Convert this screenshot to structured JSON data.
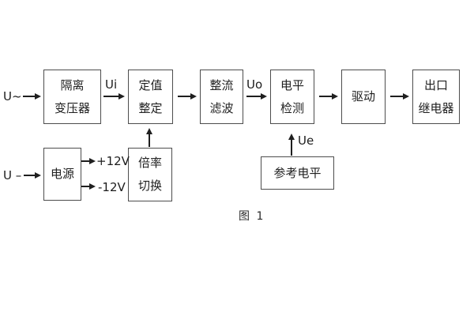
{
  "diagram": {
    "caption": "图 1",
    "colors": {
      "background": "#ffffff",
      "box_border": "#4d4d4d",
      "line": "#1f1f1f",
      "text": "#1c1c1c"
    },
    "main_flow": {
      "input_label": "U~",
      "boxes": [
        {
          "name": "isolation-transformer",
          "lines": [
            "隔离",
            "变压器"
          ]
        },
        {
          "name": "setpoint-adjust",
          "lines": [
            "定值",
            "整定"
          ]
        },
        {
          "name": "rectify-filter",
          "lines": [
            "整流",
            "滤波"
          ]
        },
        {
          "name": "level-detect",
          "lines": [
            "电平",
            "检测"
          ]
        },
        {
          "name": "driver",
          "lines": [
            "驱动"
          ]
        },
        {
          "name": "output-relay",
          "lines": [
            "出口",
            "继电器"
          ]
        }
      ],
      "signal_labels": {
        "ui": "Ui",
        "uo": "Uo"
      }
    },
    "power_branch": {
      "input_label": "U –",
      "power_box_label": "电源",
      "rail_labels": {
        "positive": "+12V",
        "negative": "-12V"
      },
      "ratio_switch_lines": [
        "倍率",
        "切换"
      ]
    },
    "reference_branch": {
      "box_label": "参考电平",
      "signal_label": "Ue"
    }
  }
}
